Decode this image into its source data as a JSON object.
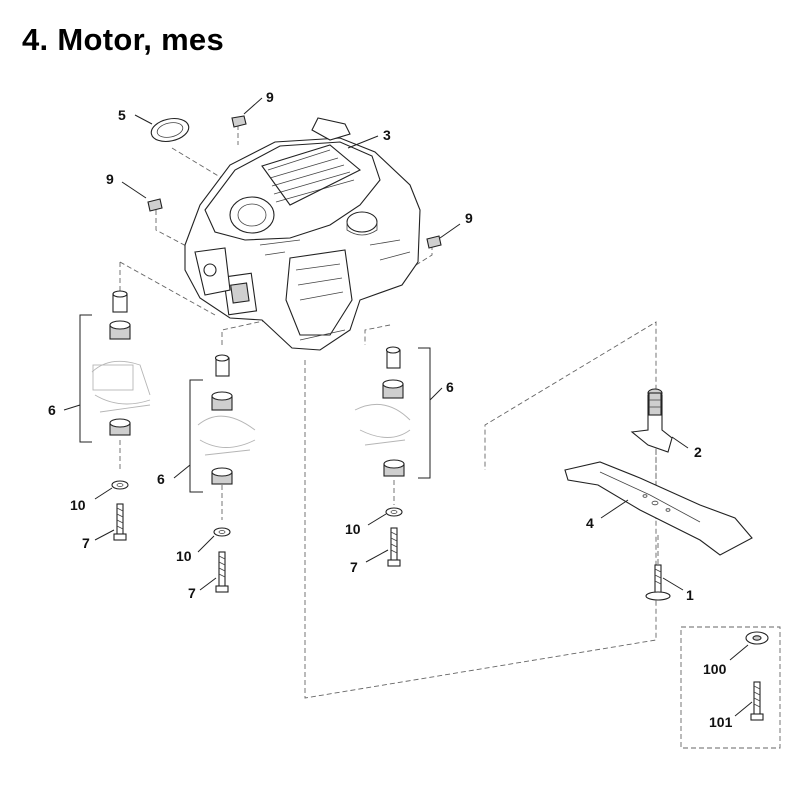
{
  "title": "4. Motor, mes",
  "callouts": {
    "c1": "1",
    "c2": "2",
    "c3": "3",
    "c4": "4",
    "c5": "5",
    "c6a": "6",
    "c6b": "6",
    "c6c": "6",
    "c7a": "7",
    "c7b": "7",
    "c7c": "7",
    "c9a": "9",
    "c9b": "9",
    "c9c": "9",
    "c10a": "10",
    "c10b": "10",
    "c10c": "10",
    "c100": "100",
    "c101": "101"
  },
  "colors": {
    "line": "#222222",
    "dash": "#666666",
    "fill_part": "#cfcfcf",
    "background": "#ffffff"
  }
}
